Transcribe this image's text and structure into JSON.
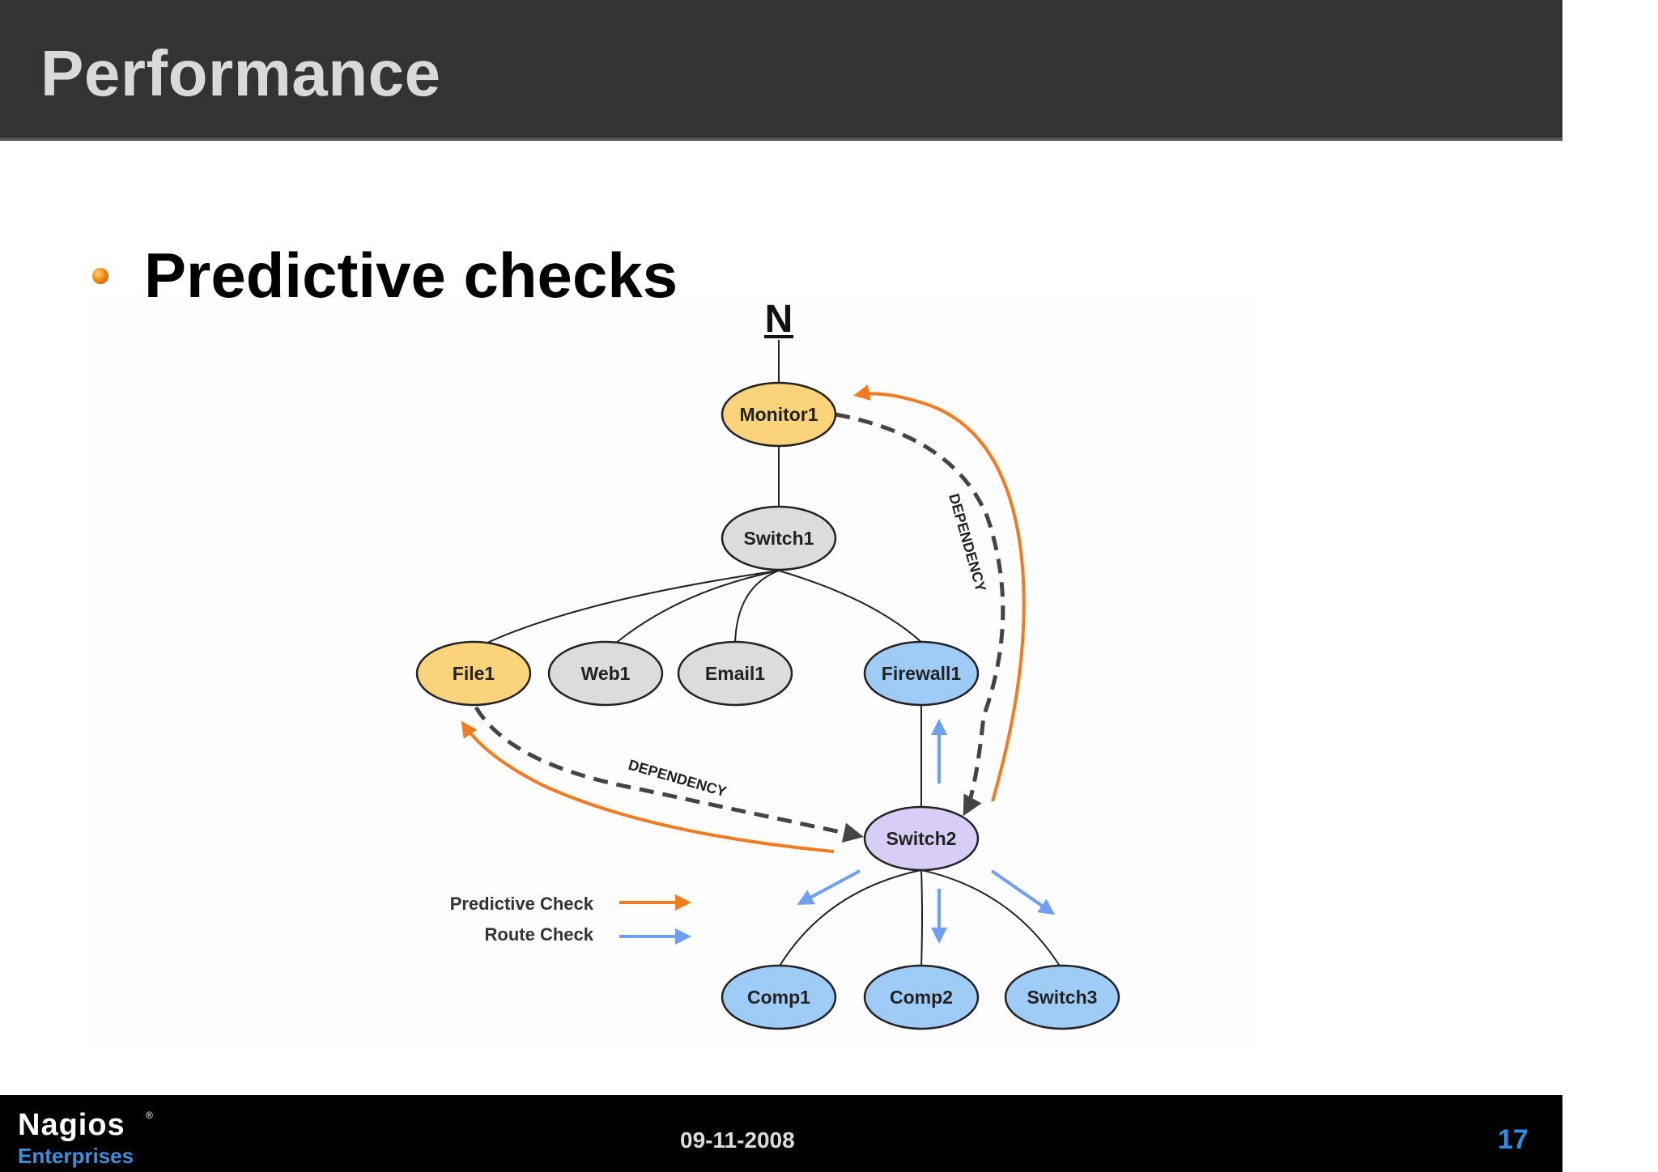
{
  "slide": {
    "title": "Performance",
    "bullet": "Predictive checks"
  },
  "diagram": {
    "top_logo": "N",
    "nodes": {
      "monitor1": "Monitor1",
      "switch1": "Switch1",
      "file1": "File1",
      "web1": "Web1",
      "email1": "Email1",
      "firewall1": "Firewall1",
      "switch2": "Switch2",
      "comp1": "Comp1",
      "comp2": "Comp2",
      "switch3": "Switch3"
    },
    "dependency_label": "DEPENDENCY",
    "legend": {
      "predictive": "Predictive Check",
      "route": "Route Check"
    },
    "colors": {
      "monitored": "#fbd37a",
      "normal": "#dcdcdf",
      "route": "#9fcbf7",
      "source": "#d8cdf7",
      "predictive_arrow": "#f47a1f",
      "route_arrow": "#6f9ff0",
      "dependency": "#444444"
    }
  },
  "footer": {
    "logo_main": "Nagios",
    "logo_sub": "Enterprises",
    "date": "09-11-2008",
    "page_number": "17"
  }
}
